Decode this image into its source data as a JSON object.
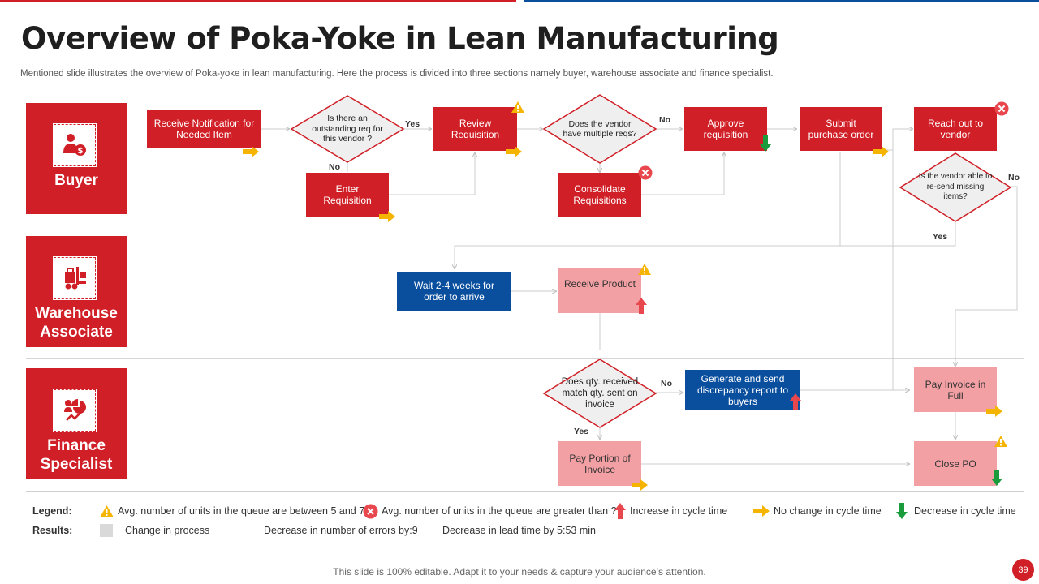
{
  "title": "Overview of Poka-Yoke in Lean Manufacturing",
  "subtitle": "Mentioned slide illustrates the overview of Poka-yoke in lean manufacturing. Here the process is divided into three sections namely buyer, warehouse associate and finance specialist.",
  "lanes": {
    "buyer": "Buyer",
    "warehouse": [
      "Warehouse",
      "Associate"
    ],
    "finance": [
      "Finance",
      "Specialist"
    ]
  },
  "nodes": {
    "receive_notification": "Receive Notification for Needed Item",
    "outstanding_req": "Is there an outstanding req for this vendor ?",
    "review_requisition": "Review Requisition",
    "multiple_reqs": "Does the vendor have multiple reqs?",
    "approve_requisition": "Approve requisition",
    "submit_po": "Submit purchase order",
    "reach_vendor": "Reach out to vendor",
    "enter_requisition": "Enter Requisition",
    "consolidate": "Consolidate Requisitions",
    "resend_missing": "Is the vendor able to re-send missing items?",
    "wait_weeks": "Wait 2-4 weeks for order to arrive",
    "receive_product": "Receive Product",
    "qty_match": "Does qty. received match qty. sent on invoice",
    "discrepancy": "Generate and send discrepancy report to buyers",
    "pay_full": "Pay Invoice in Full",
    "pay_portion": "Pay Portion of Invoice",
    "close_po": "Close PO"
  },
  "flow_labels": {
    "yes1": "Yes",
    "no1": "No",
    "no2": "No",
    "no3": "No",
    "yes2": "Yes",
    "no4": "No",
    "yes3": "Yes"
  },
  "legend": {
    "label": "Legend:",
    "warning": "Avg.  number of units in the queue are between 5 and 7",
    "error": "Avg.  number of units in the queue are greater than ?",
    "increase": "Increase in cycle time",
    "nochange": "No change in cycle time",
    "decrease": "Decrease in cycle time"
  },
  "results": {
    "label": "Results:",
    "change": "Change in process",
    "errors": "Decrease in number of errors by:9",
    "lead": "Decrease in lead time by 5:53 min"
  },
  "footer": "This slide is 100% editable. Adapt it to your needs & capture your audience’s attention.",
  "page_number": "39",
  "colors": {
    "red": "#d01f26",
    "blue": "#0a4f9e",
    "pink": "#f2a0a3",
    "yellow": "#f5b400",
    "green": "#1a9b3c",
    "arrow_red": "#e8474d"
  }
}
